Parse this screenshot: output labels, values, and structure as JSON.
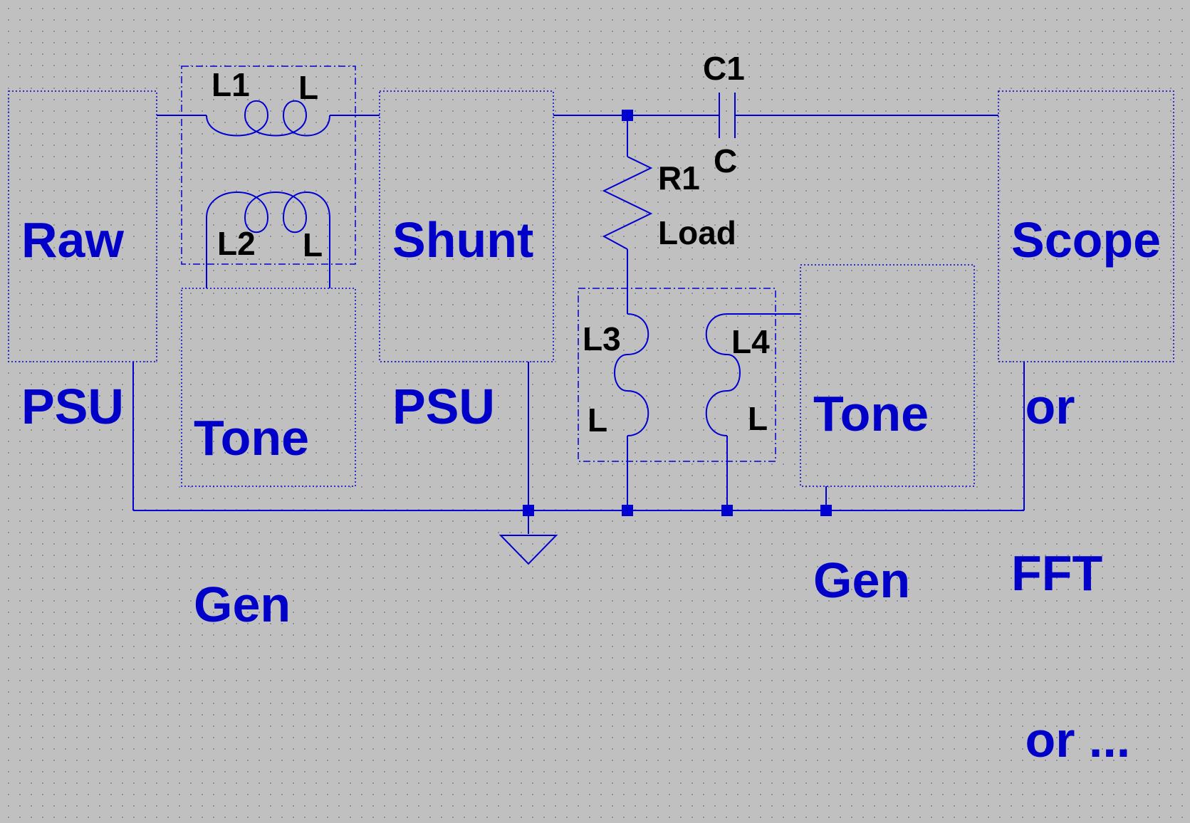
{
  "blocks": {
    "raw_psu": [
      "Raw",
      "PSU"
    ],
    "tone_gen_1": [
      "Tone",
      "Gen"
    ],
    "shunt_psu": [
      "Shunt",
      "PSU"
    ],
    "tone_gen_2": [
      "Tone",
      "Gen"
    ],
    "scope": [
      "Scope",
      " or",
      "FFT",
      " or ..."
    ]
  },
  "components": {
    "l1": {
      "name": "L1",
      "value": "L"
    },
    "l2": {
      "name": "L2",
      "value": "L"
    },
    "l3": {
      "name": "L3",
      "value": "L"
    },
    "l4": {
      "name": "L4",
      "value": "L"
    },
    "c1": {
      "name": "C1",
      "value": "C"
    },
    "r1": {
      "name": "R1",
      "value": "Load"
    }
  },
  "colors": {
    "wire": "#0000d0",
    "block_text": "#0000c8",
    "component_text": "#000000",
    "background": "#c0c0c0"
  },
  "icons": [
    "ground-icon",
    "junction-dot",
    "inductor-icon",
    "capacitor-icon",
    "resistor-icon"
  ]
}
